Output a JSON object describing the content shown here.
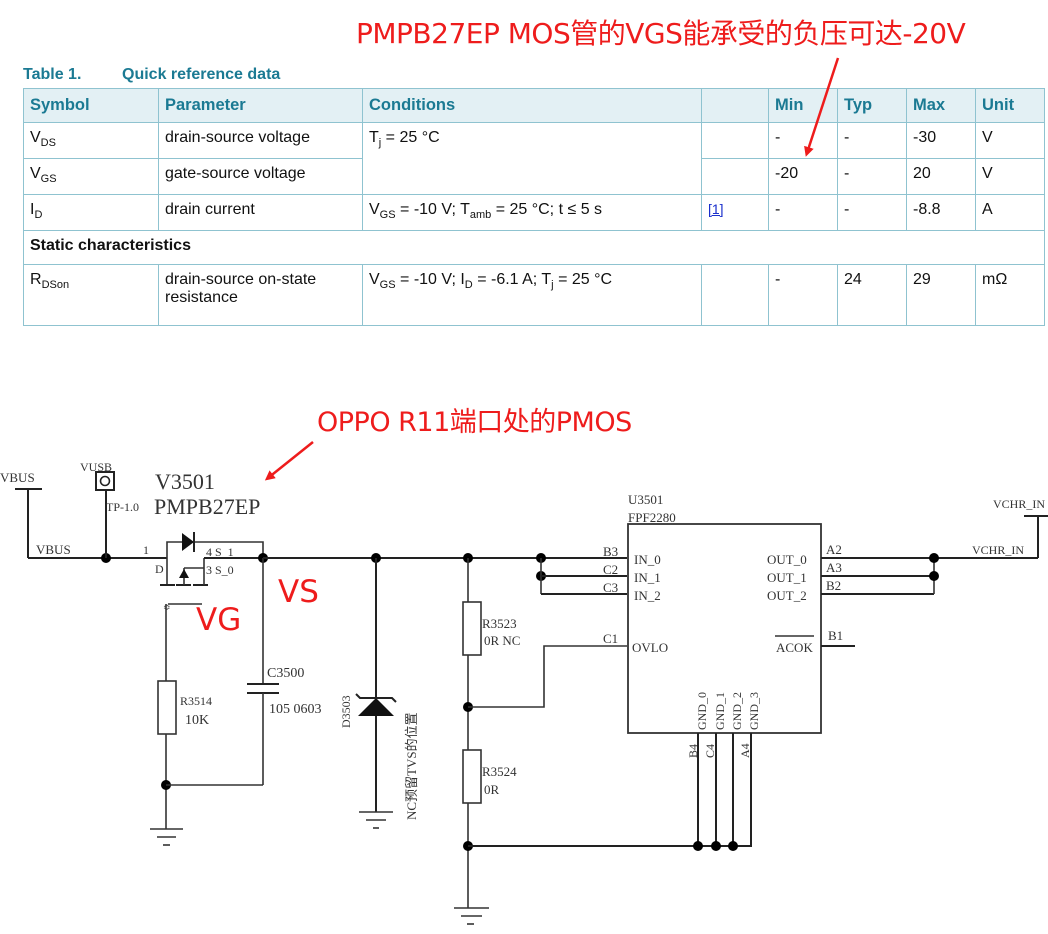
{
  "annotations": {
    "top": "PMPB27EP MOS管的VGS能承受的负压可达-20V",
    "oppo": "OPPO R11端口处的PMOS",
    "vs": "VS",
    "vg": "VG"
  },
  "table": {
    "number": "Table 1.",
    "title": "Quick reference data",
    "headers": {
      "symbol": "Symbol",
      "parameter": "Parameter",
      "conditions": "Conditions",
      "footnote": "",
      "min": "Min",
      "typ": "Typ",
      "max": "Max",
      "unit": "Unit"
    },
    "rows": [
      {
        "sym": "V",
        "sub": "DS",
        "parameter": "drain-source voltage",
        "min": "-",
        "typ": "-",
        "max": "-30",
        "unit": "V"
      },
      {
        "sym": "V",
        "sub": "GS",
        "parameter": "gate-source voltage",
        "min": "-20",
        "typ": "-",
        "max": "20",
        "unit": "V"
      },
      {
        "sym": "I",
        "sub": "D",
        "parameter": "drain current",
        "footnote": "[1]",
        "min": "-",
        "typ": "-",
        "max": "-8.8",
        "unit": "A"
      },
      {
        "sym": "R",
        "sub": "DSon",
        "parameter_l1": "drain-source on-state",
        "parameter_l2": "resistance",
        "min": "-",
        "typ": "24",
        "max": "29",
        "unit": "mΩ"
      }
    ],
    "cond_tj": {
      "a": "T",
      "b": "j",
      "c": " = 25 °C"
    },
    "cond_id": {
      "a": "V",
      "b": "GS",
      "c": " = -10 V; T",
      "d": "amb",
      "e": " = 25 °C; t ≤ 5 s"
    },
    "cond_rds": {
      "a": "V",
      "b": "GS",
      "c": " = -10 V; I",
      "d": "D",
      "e": " = -6.1 A; T",
      "f": "j",
      "g": " = 25 °C"
    },
    "section": "Static characteristics"
  },
  "schematic": {
    "vbus_port": "VBUS",
    "vbus_net": "VBUS",
    "vusb": "VUSB",
    "tp": "TP-1.0",
    "mos_ref": "V3501",
    "mos_part": "PMPB27EP",
    "pin_d_num": "1",
    "pin_d": "D",
    "pin_s1": "4 S_1",
    "pin_s0": "3 S_0",
    "r3514_ref": "R3514",
    "r3514_val": "10K",
    "c3500_ref": "C3500",
    "c3500_val": "105  0603",
    "d3503_ref": "D3503",
    "d3503_note": "NC预留TVS的位置",
    "r3523_ref": "R3523",
    "r3523_val": "0R NC",
    "r3524_ref": "R3524",
    "r3524_val": "0R",
    "ic_ref": "U3501",
    "ic_part": "FPF2280",
    "ic_left_pins": [
      {
        "ball": "B3",
        "name": "IN_0"
      },
      {
        "ball": "C2",
        "name": "IN_1"
      },
      {
        "ball": "C3",
        "name": "IN_2"
      },
      {
        "ball": "C1",
        "name": "OVLO"
      }
    ],
    "ic_right_pins": [
      {
        "ball": "A2",
        "name": "OUT_0"
      },
      {
        "ball": "A3",
        "name": "OUT_1"
      },
      {
        "ball": "B2",
        "name": "OUT_2"
      },
      {
        "ball": "B1",
        "name": "ACOK"
      }
    ],
    "ic_gnd_pins": [
      {
        "ball": "B4",
        "name": "GND_0"
      },
      {
        "ball": "C4",
        "name": "GND_1"
      },
      {
        "ball": "A4",
        "name": "GND_2"
      },
      {
        "ball": "",
        "name": "GND_3"
      }
    ],
    "vchr_net": "VCHR_IN",
    "vchr_port": "VCHR_IN"
  }
}
